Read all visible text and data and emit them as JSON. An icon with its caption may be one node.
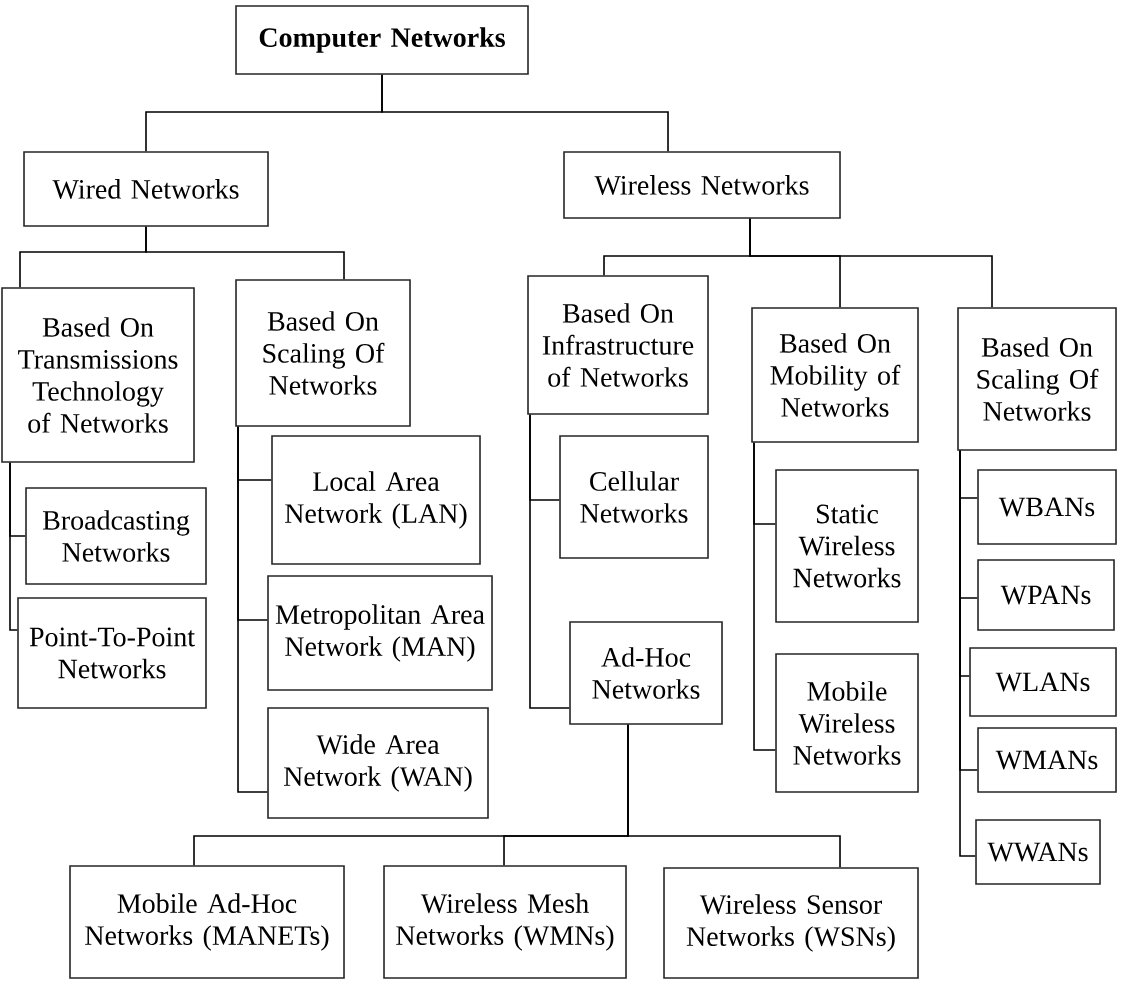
{
  "diagram": {
    "nodes": [
      {
        "text": [
          "Computer Networks"
        ]
      },
      {
        "text": [
          "Wired Networks"
        ]
      },
      {
        "text": [
          "Wireless Networks"
        ]
      },
      {
        "text": [
          "Based On Transmissions Technology of Networks"
        ]
      },
      {
        "text": [
          "Based On Scaling Of Networks"
        ]
      },
      {
        "text": [
          "Local Area Network (LAN)"
        ]
      },
      {
        "text": [
          "Metropolitan Area Network (MAN)"
        ]
      },
      {
        "text": [
          "Wide Area Network (WAN)"
        ]
      },
      {
        "text": [
          "Broadcasting Networks"
        ]
      },
      {
        "text": [
          "Point-To-Point Networks"
        ]
      },
      {
        "text": [
          "Based On Infrastructure of Networks"
        ]
      },
      {
        "text": [
          "Cellular Networks"
        ]
      },
      {
        "text": [
          "Ad-Hoc Networks"
        ]
      },
      {
        "text": [
          "Based On Mobility of Networks"
        ]
      },
      {
        "text": [
          "Static Wireless Networks"
        ]
      },
      {
        "text": [
          "Mobile Wireless Networks"
        ]
      },
      {
        "text": [
          "Based On Scaling Of Networks"
        ]
      },
      {
        "text": [
          "WBANs"
        ]
      },
      {
        "text": [
          "WPANs"
        ]
      },
      {
        "text": [
          "WLANs"
        ]
      },
      {
        "text": [
          "WMANs"
        ]
      },
      {
        "text": [
          "WWANs"
        ]
      },
      {
        "text": [
          "Mobile Ad-Hoc Networks (MANETs)"
        ]
      },
      {
        "text": [
          "Wireless Mesh Networks (WMNs)"
        ]
      },
      {
        "text": [
          "Wireless Sensor Networks (WSNs)"
        ]
      }
    ],
    "edges": [
      {
        "from": 0,
        "to": 1,
        "arrow": "none"
      },
      {
        "from": 0,
        "to": 2,
        "arrow": "none"
      },
      {
        "from": 1,
        "to": 3,
        "arrow": "none"
      },
      {
        "from": 1,
        "to": 4,
        "arrow": "none"
      },
      {
        "from": 3,
        "to": 8,
        "arrow": "none"
      },
      {
        "from": 3,
        "to": 9,
        "arrow": "none"
      },
      {
        "from": 4,
        "to": 5,
        "arrow": "none"
      },
      {
        "from": 4,
        "to": 6,
        "arrow": "none"
      },
      {
        "from": 4,
        "to": 7,
        "arrow": "none"
      },
      {
        "from": 2,
        "to": 10,
        "arrow": "none"
      },
      {
        "from": 2,
        "to": 13,
        "arrow": "none"
      },
      {
        "from": 2,
        "to": 16,
        "arrow": "none"
      },
      {
        "from": 10,
        "to": 11,
        "arrow": "none"
      },
      {
        "from": 10,
        "to": 12,
        "arrow": "none"
      },
      {
        "from": 12,
        "to": 22,
        "arrow": "none"
      },
      {
        "from": 12,
        "to": 23,
        "arrow": "none"
      },
      {
        "from": 12,
        "to": 24,
        "arrow": "none"
      },
      {
        "from": 13,
        "to": 14,
        "arrow": "none"
      },
      {
        "from": 13,
        "to": 15,
        "arrow": "none"
      },
      {
        "from": 16,
        "to": 17,
        "arrow": "none"
      },
      {
        "from": 16,
        "to": 18,
        "arrow": "none"
      },
      {
        "from": 16,
        "to": 19,
        "arrow": "none"
      },
      {
        "from": 16,
        "to": 20,
        "arrow": "none"
      },
      {
        "from": 16,
        "to": 21,
        "arrow": "none"
      }
    ]
  }
}
